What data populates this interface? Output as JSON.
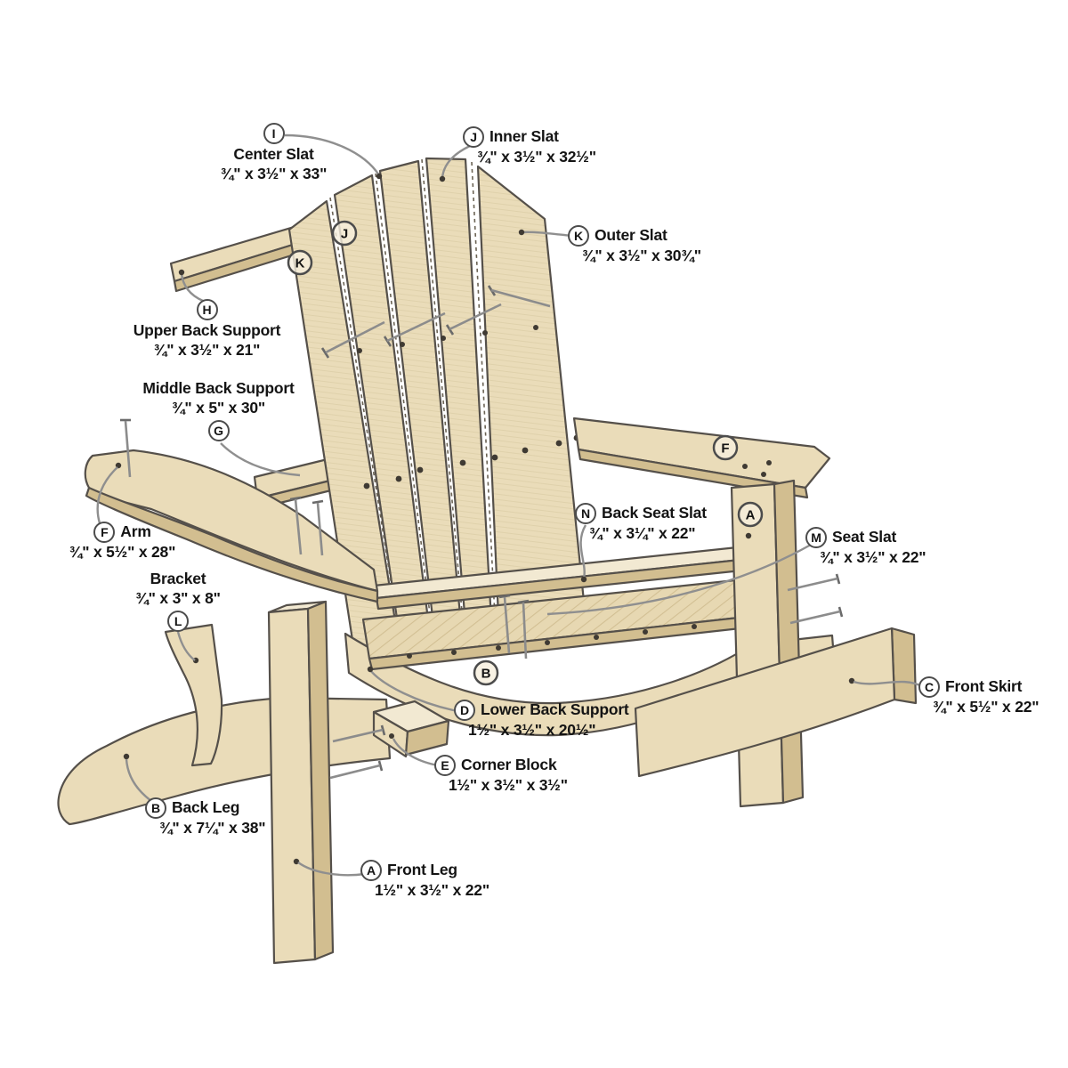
{
  "colors": {
    "wood": "#EADCB9",
    "wood_light": "#F2E9D2",
    "wood_side": "#D2BE90",
    "wood_dark": "#C5B183",
    "outline": "#55504a",
    "leader": "#8f8f8f",
    "text": "#141414",
    "bg": "#ffffff"
  },
  "parts": [
    {
      "letter": "I",
      "name": "Center Slat",
      "dims": "¾\" x 3½\" x 33\""
    },
    {
      "letter": "J",
      "name": "Inner Slat",
      "dims": "¾\" x 3½\" x 32½\""
    },
    {
      "letter": "K",
      "name": "Outer Slat",
      "dims": "¾\" x 3½\" x 30¾\""
    },
    {
      "letter": "H",
      "name": "Upper Back Support",
      "dims": "¾\" x 3½\" x 21\""
    },
    {
      "letter": "G",
      "name": "Middle Back Support",
      "dims": "¾\" x 5\" x 30\""
    },
    {
      "letter": "F",
      "name": "Arm",
      "dims": "¾\" x 5½\" x 28\""
    },
    {
      "letter": "L",
      "name": "Bracket",
      "dims": "¾\" x 3\" x 8\""
    },
    {
      "letter": "N",
      "name": "Back Seat Slat",
      "dims": "¾\" x 3¼\" x 22\""
    },
    {
      "letter": "M",
      "name": "Seat Slat",
      "dims": "¾\" x 3½\" x 22\""
    },
    {
      "letter": "D",
      "name": "Lower Back Support",
      "dims": "1½\" x 3½\" x 20½\""
    },
    {
      "letter": "E",
      "name": "Corner Block",
      "dims": "1½\" x 3½\" x 3½\""
    },
    {
      "letter": "C",
      "name": "Front Skirt",
      "dims": "¾\" x 5½\" x 22\""
    },
    {
      "letter": "B",
      "name": "Back Leg",
      "dims": "¾\" x 7¼\" x 38\""
    },
    {
      "letter": "A",
      "name": "Front Leg",
      "dims": "1½\" x 3½\" x 22\""
    }
  ],
  "markers": [
    {
      "letter": "J"
    },
    {
      "letter": "K"
    },
    {
      "letter": "F"
    },
    {
      "letter": "A"
    },
    {
      "letter": "B"
    }
  ]
}
